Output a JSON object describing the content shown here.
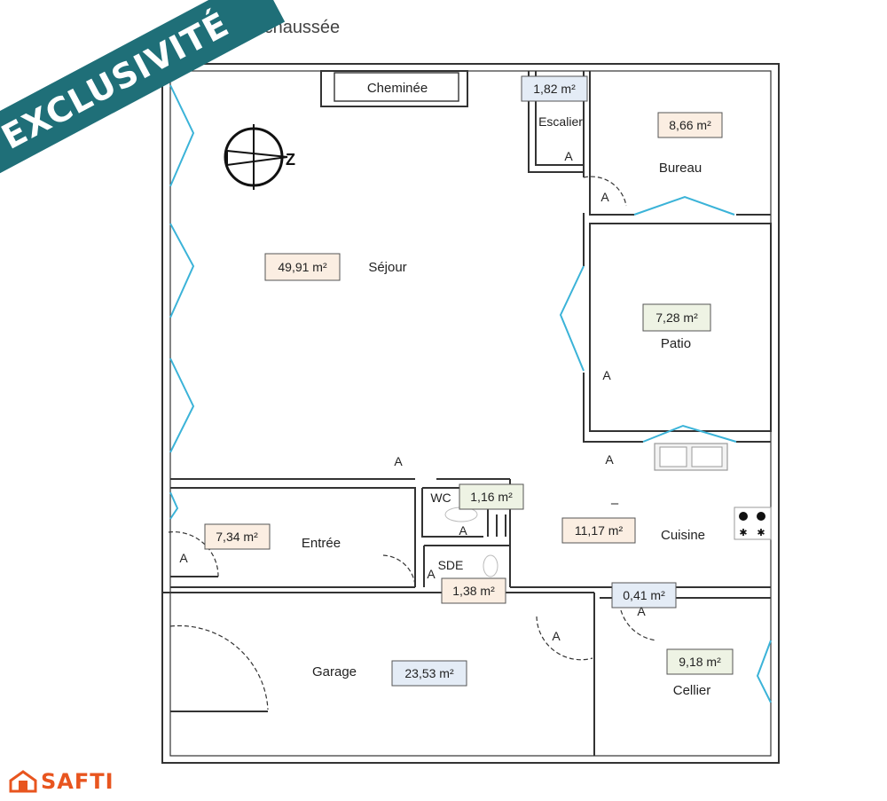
{
  "header": {
    "floor_title": "-de-chaussée"
  },
  "badge": {
    "text": "EXCLUSIVITÉ",
    "color": "#1f6f78"
  },
  "brand": {
    "name": "SAFTI",
    "icon": "house-icon",
    "color": "#e8551f"
  },
  "colors": {
    "wall": "#333333",
    "window": "#3bb3d8",
    "area_fill_beige": "#fbeee2",
    "area_fill_blue": "#e4ecf6",
    "area_fill_green": "#eef3e4"
  },
  "rooms": [
    {
      "key": "sejour",
      "name": "Séjour",
      "area": "49,91 m²"
    },
    {
      "key": "bureau",
      "name": "Bureau",
      "area": "8,66 m²"
    },
    {
      "key": "escalier",
      "name": "Escalier",
      "area": "1,82 m²"
    },
    {
      "key": "patio",
      "name": "Patio",
      "area": "7,28 m²"
    },
    {
      "key": "cuisine",
      "name": "Cuisine",
      "area": "11,17 m²"
    },
    {
      "key": "entree",
      "name": "Entrée",
      "area": "7,34 m²"
    },
    {
      "key": "wc",
      "name": "WC",
      "area": "1,16 m²"
    },
    {
      "key": "sde",
      "name": "SDE",
      "area": "1,38 m²"
    },
    {
      "key": "garage",
      "name": "Garage",
      "area": "23,53 m²"
    },
    {
      "key": "cellier",
      "name": "Cellier",
      "area": "9,18 m²"
    },
    {
      "key": "degagement",
      "name": "",
      "area": "0,41 m²"
    }
  ],
  "fixtures": {
    "cheminee": "Cheminée",
    "compass": "compass-icon",
    "compass_letter": "Z"
  },
  "door_marker": "A",
  "minus_sign": "–"
}
